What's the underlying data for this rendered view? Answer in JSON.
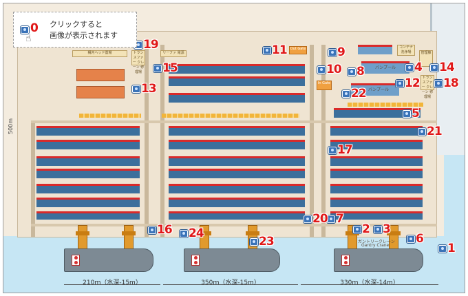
{
  "legend": {
    "number": "0",
    "line1": "クリックすると",
    "line2": "画像が表示されます"
  },
  "side_dimension": "500m",
  "berths": [
    {
      "label": "210ｍ（水深-15m）"
    },
    {
      "label": "350ｍ（水深-15m）"
    },
    {
      "label": "330ｍ（水深-14m）"
    }
  ],
  "building_labels": {
    "b1": "構内ヘッド置場",
    "b2": "トランスファー クレーン 修理場",
    "b3": "リーファ 電源",
    "b4": "In Gate",
    "b5": "Out Gate",
    "b6": "コンテナ 洗浄場",
    "b7": "バンプール",
    "b8": "バンプール",
    "b9": "トランスファー クレーン 修理場",
    "b10": "管理棟",
    "b11": "ガントリークレーン",
    "b12": "Gantry Crane"
  },
  "markers": [
    {
      "id": "1",
      "label": "1"
    },
    {
      "id": "2",
      "label": "2"
    },
    {
      "id": "3",
      "label": "3"
    },
    {
      "id": "4",
      "label": "4"
    },
    {
      "id": "5",
      "label": "5"
    },
    {
      "id": "6",
      "label": "6"
    },
    {
      "id": "7",
      "label": "7"
    },
    {
      "id": "8",
      "label": "8"
    },
    {
      "id": "9",
      "label": "9"
    },
    {
      "id": "10",
      "label": "10"
    },
    {
      "id": "11",
      "label": "11"
    },
    {
      "id": "12",
      "label": "12"
    },
    {
      "id": "13",
      "label": "13"
    },
    {
      "id": "14",
      "label": "14"
    },
    {
      "id": "15",
      "label": "15"
    },
    {
      "id": "16",
      "label": "16"
    },
    {
      "id": "17",
      "label": "17"
    },
    {
      "id": "18",
      "label": "18"
    },
    {
      "id": "19",
      "label": "19"
    },
    {
      "id": "20",
      "label": "20"
    },
    {
      "id": "21",
      "label": "21"
    },
    {
      "id": "22",
      "label": "22"
    },
    {
      "id": "23",
      "label": "23"
    },
    {
      "id": "24",
      "label": "24"
    }
  ],
  "colors": {
    "marker_number": "#e01818",
    "camera_icon": "#3a73b8",
    "container_block": "#3c6f9c",
    "sea": "#c6e6f4"
  }
}
